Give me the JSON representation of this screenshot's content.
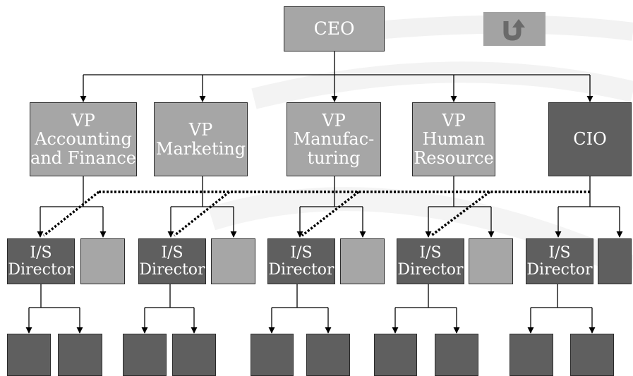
{
  "org_chart": {
    "ceo": {
      "label": "CEO"
    },
    "vps": [
      {
        "label": "VP\nAccounting\nand Finance"
      },
      {
        "label": "VP\nMarketing"
      },
      {
        "label": "VP\nManufac-\nturing"
      },
      {
        "label": "VP\nHuman\nResource"
      },
      {
        "label": "CIO"
      }
    ],
    "directors": [
      {
        "label": "I/S\nDirector"
      },
      {
        "label": "I/S\nDirector"
      },
      {
        "label": "I/S\nDirector"
      },
      {
        "label": "I/S\nDirector"
      },
      {
        "label": "I/S\nDirector"
      }
    ]
  },
  "controls": {
    "back_icon": "u-turn-arrow-icon"
  },
  "colors": {
    "light_box": "#a6a6a6",
    "dark_box": "#5f5f5f",
    "line": "#000000"
  }
}
